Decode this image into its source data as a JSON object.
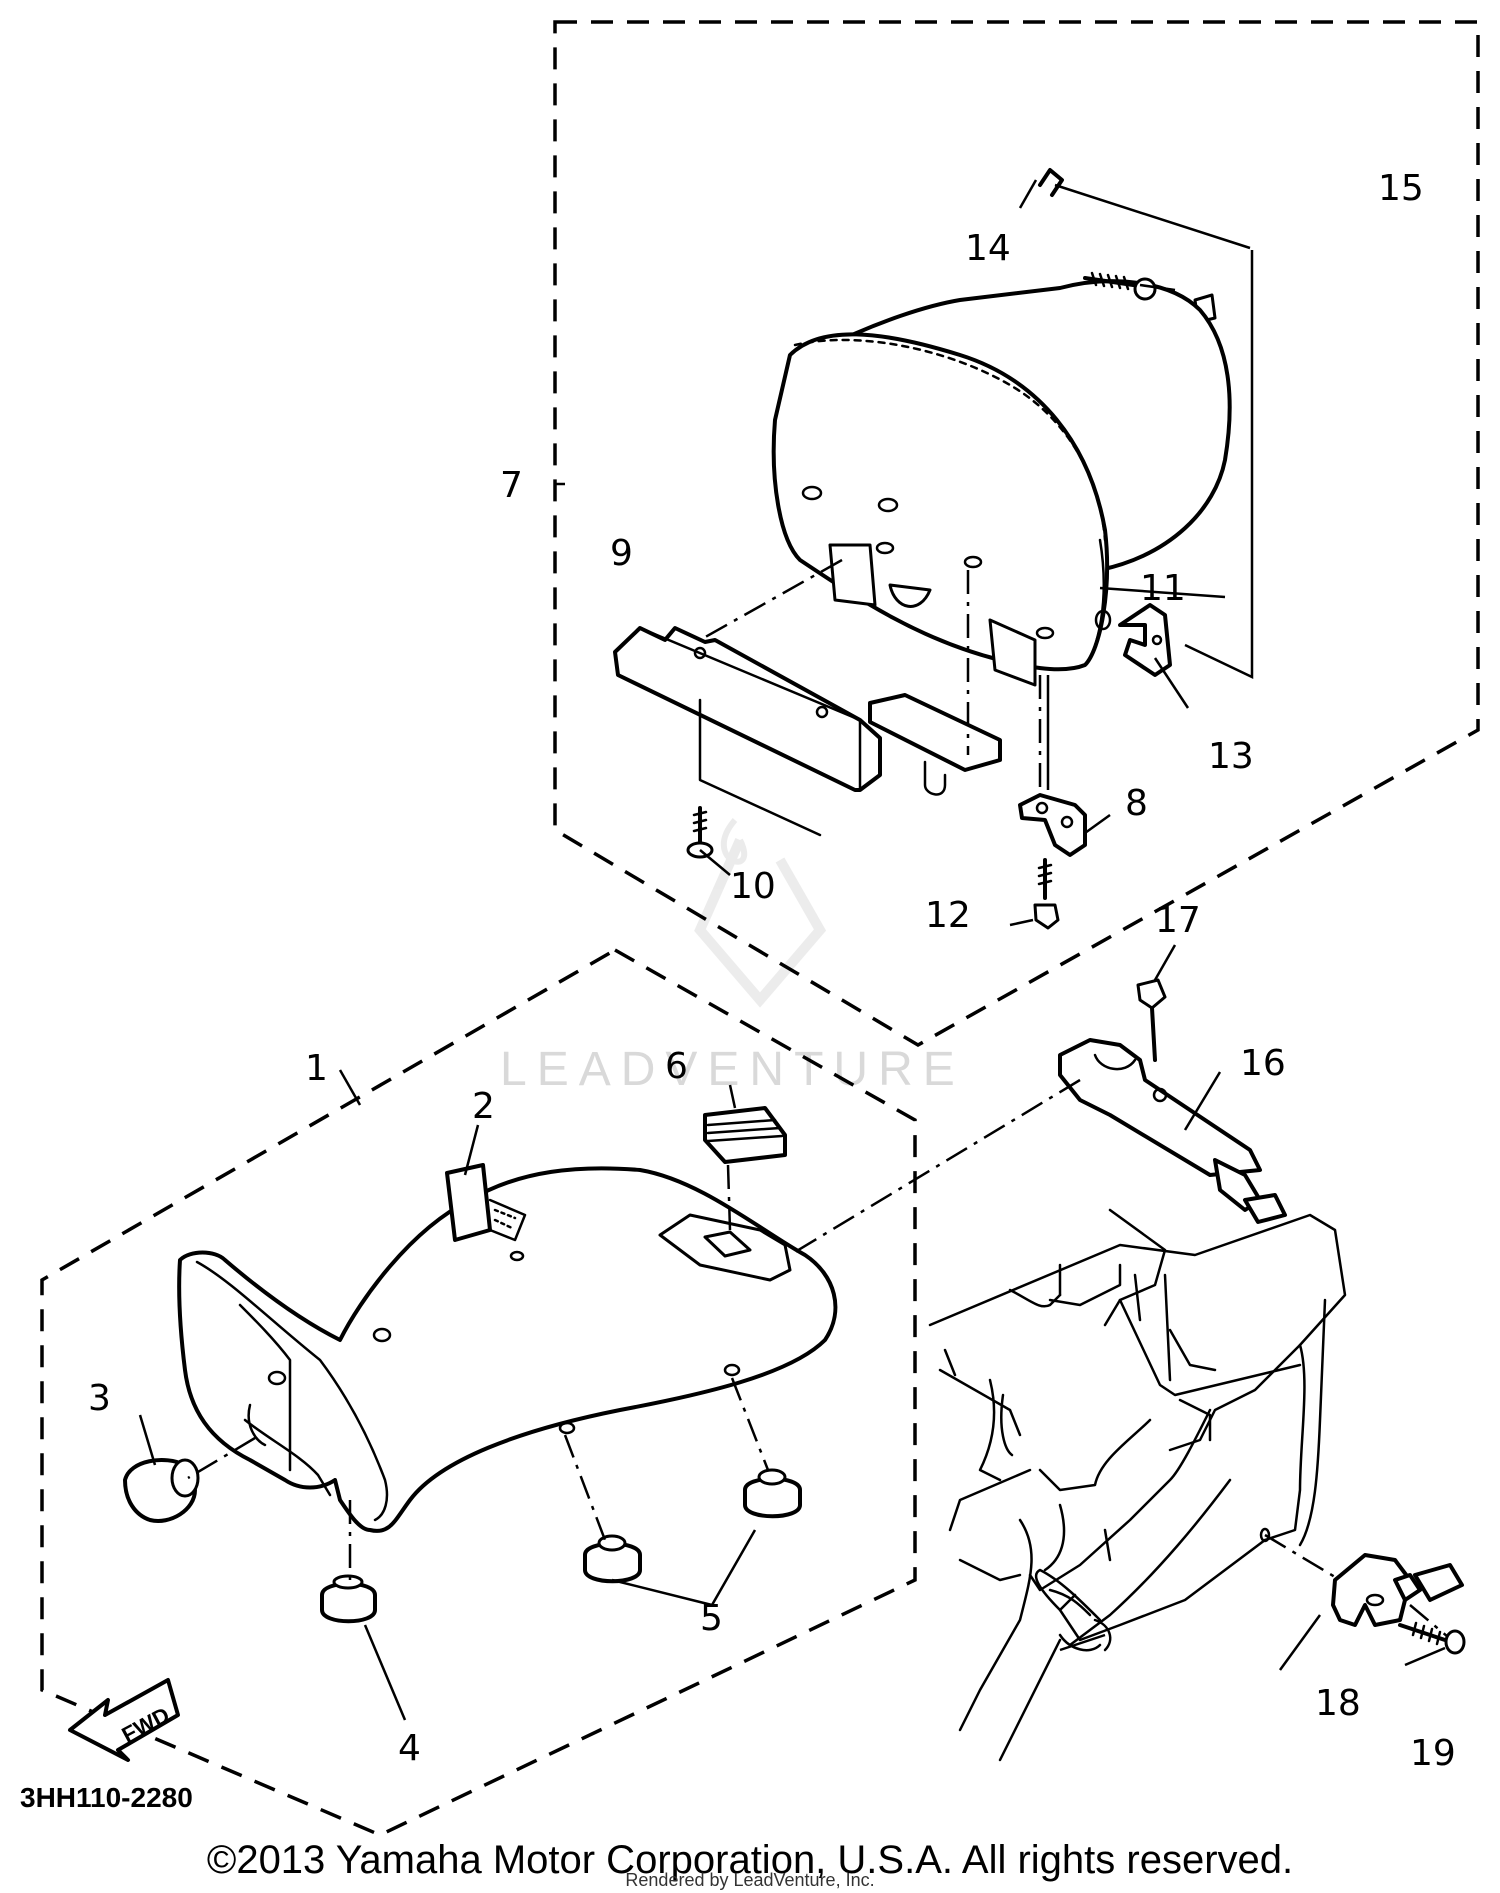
{
  "diagram": {
    "callouts": [
      "1",
      "2",
      "3",
      "4",
      "5",
      "6",
      "7",
      "8",
      "9",
      "10",
      "11",
      "12",
      "13",
      "14",
      "15",
      "16",
      "17",
      "18",
      "19"
    ],
    "fwd_label": "FWD",
    "diagram_code": "3HH110-2280",
    "watermark": "LEADVENTURE"
  },
  "footer": {
    "copyright": "©2013 Yamaha Motor Corporation, U.S.A. All rights reserved.",
    "rendered_by": "Rendered by LeadVenture, Inc."
  }
}
